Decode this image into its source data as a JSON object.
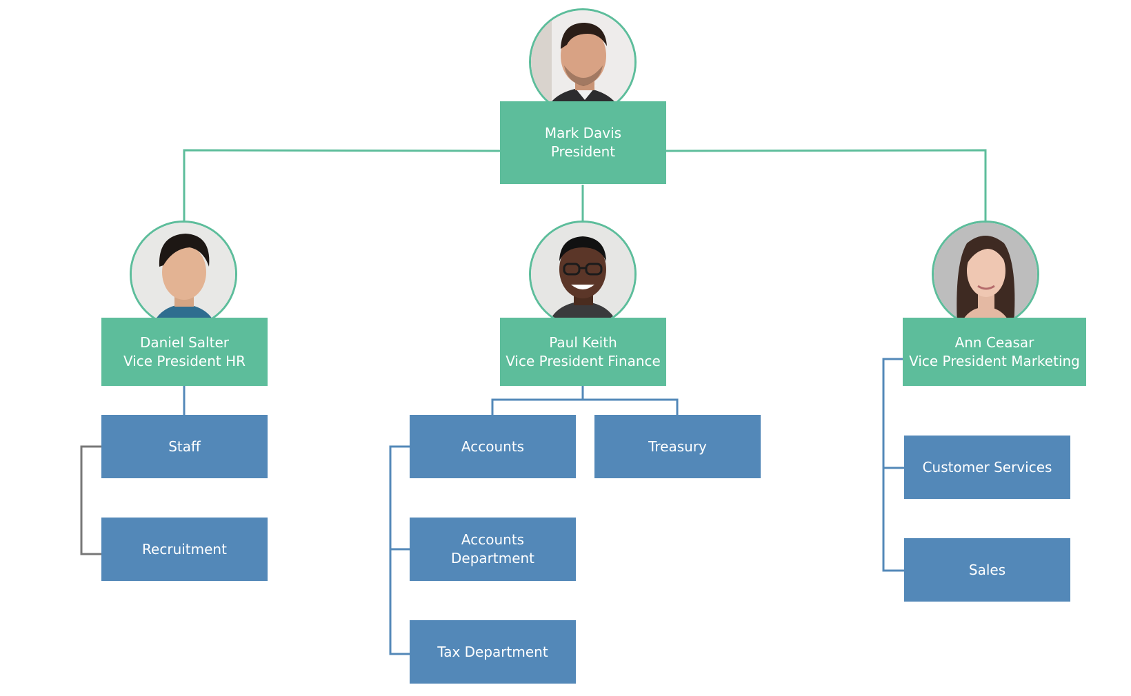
{
  "colors": {
    "leader_box": "#5dbd9b",
    "department_box": "#5388b8",
    "connector_green": "#5dbd9b",
    "connector_blue": "#5388b8",
    "connector_gray": "#777777",
    "avatar_ring": "#5dbd9b"
  },
  "president": {
    "name": "Mark Davis",
    "title": "President",
    "photo_icon": "man-portrait-icon"
  },
  "vp_hr": {
    "name": "Daniel Salter",
    "title": "Vice President HR",
    "photo_icon": "young-man-portrait-icon"
  },
  "vp_finance": {
    "name": "Paul Keith",
    "title": "Vice President Finance",
    "photo_icon": "man-with-glasses-portrait-icon"
  },
  "vp_marketing": {
    "name": "Ann Ceasar",
    "title": "Vice President Marketing",
    "photo_icon": "woman-portrait-icon"
  },
  "departments": {
    "staff": "Staff",
    "recruitment": "Recruitment",
    "accounts": "Accounts",
    "treasury": "Treasury",
    "accounts_department_line1": "Accounts",
    "accounts_department_line2": "Department",
    "tax_department": "Tax Department",
    "customer_services": "Customer Services",
    "sales": "Sales"
  }
}
